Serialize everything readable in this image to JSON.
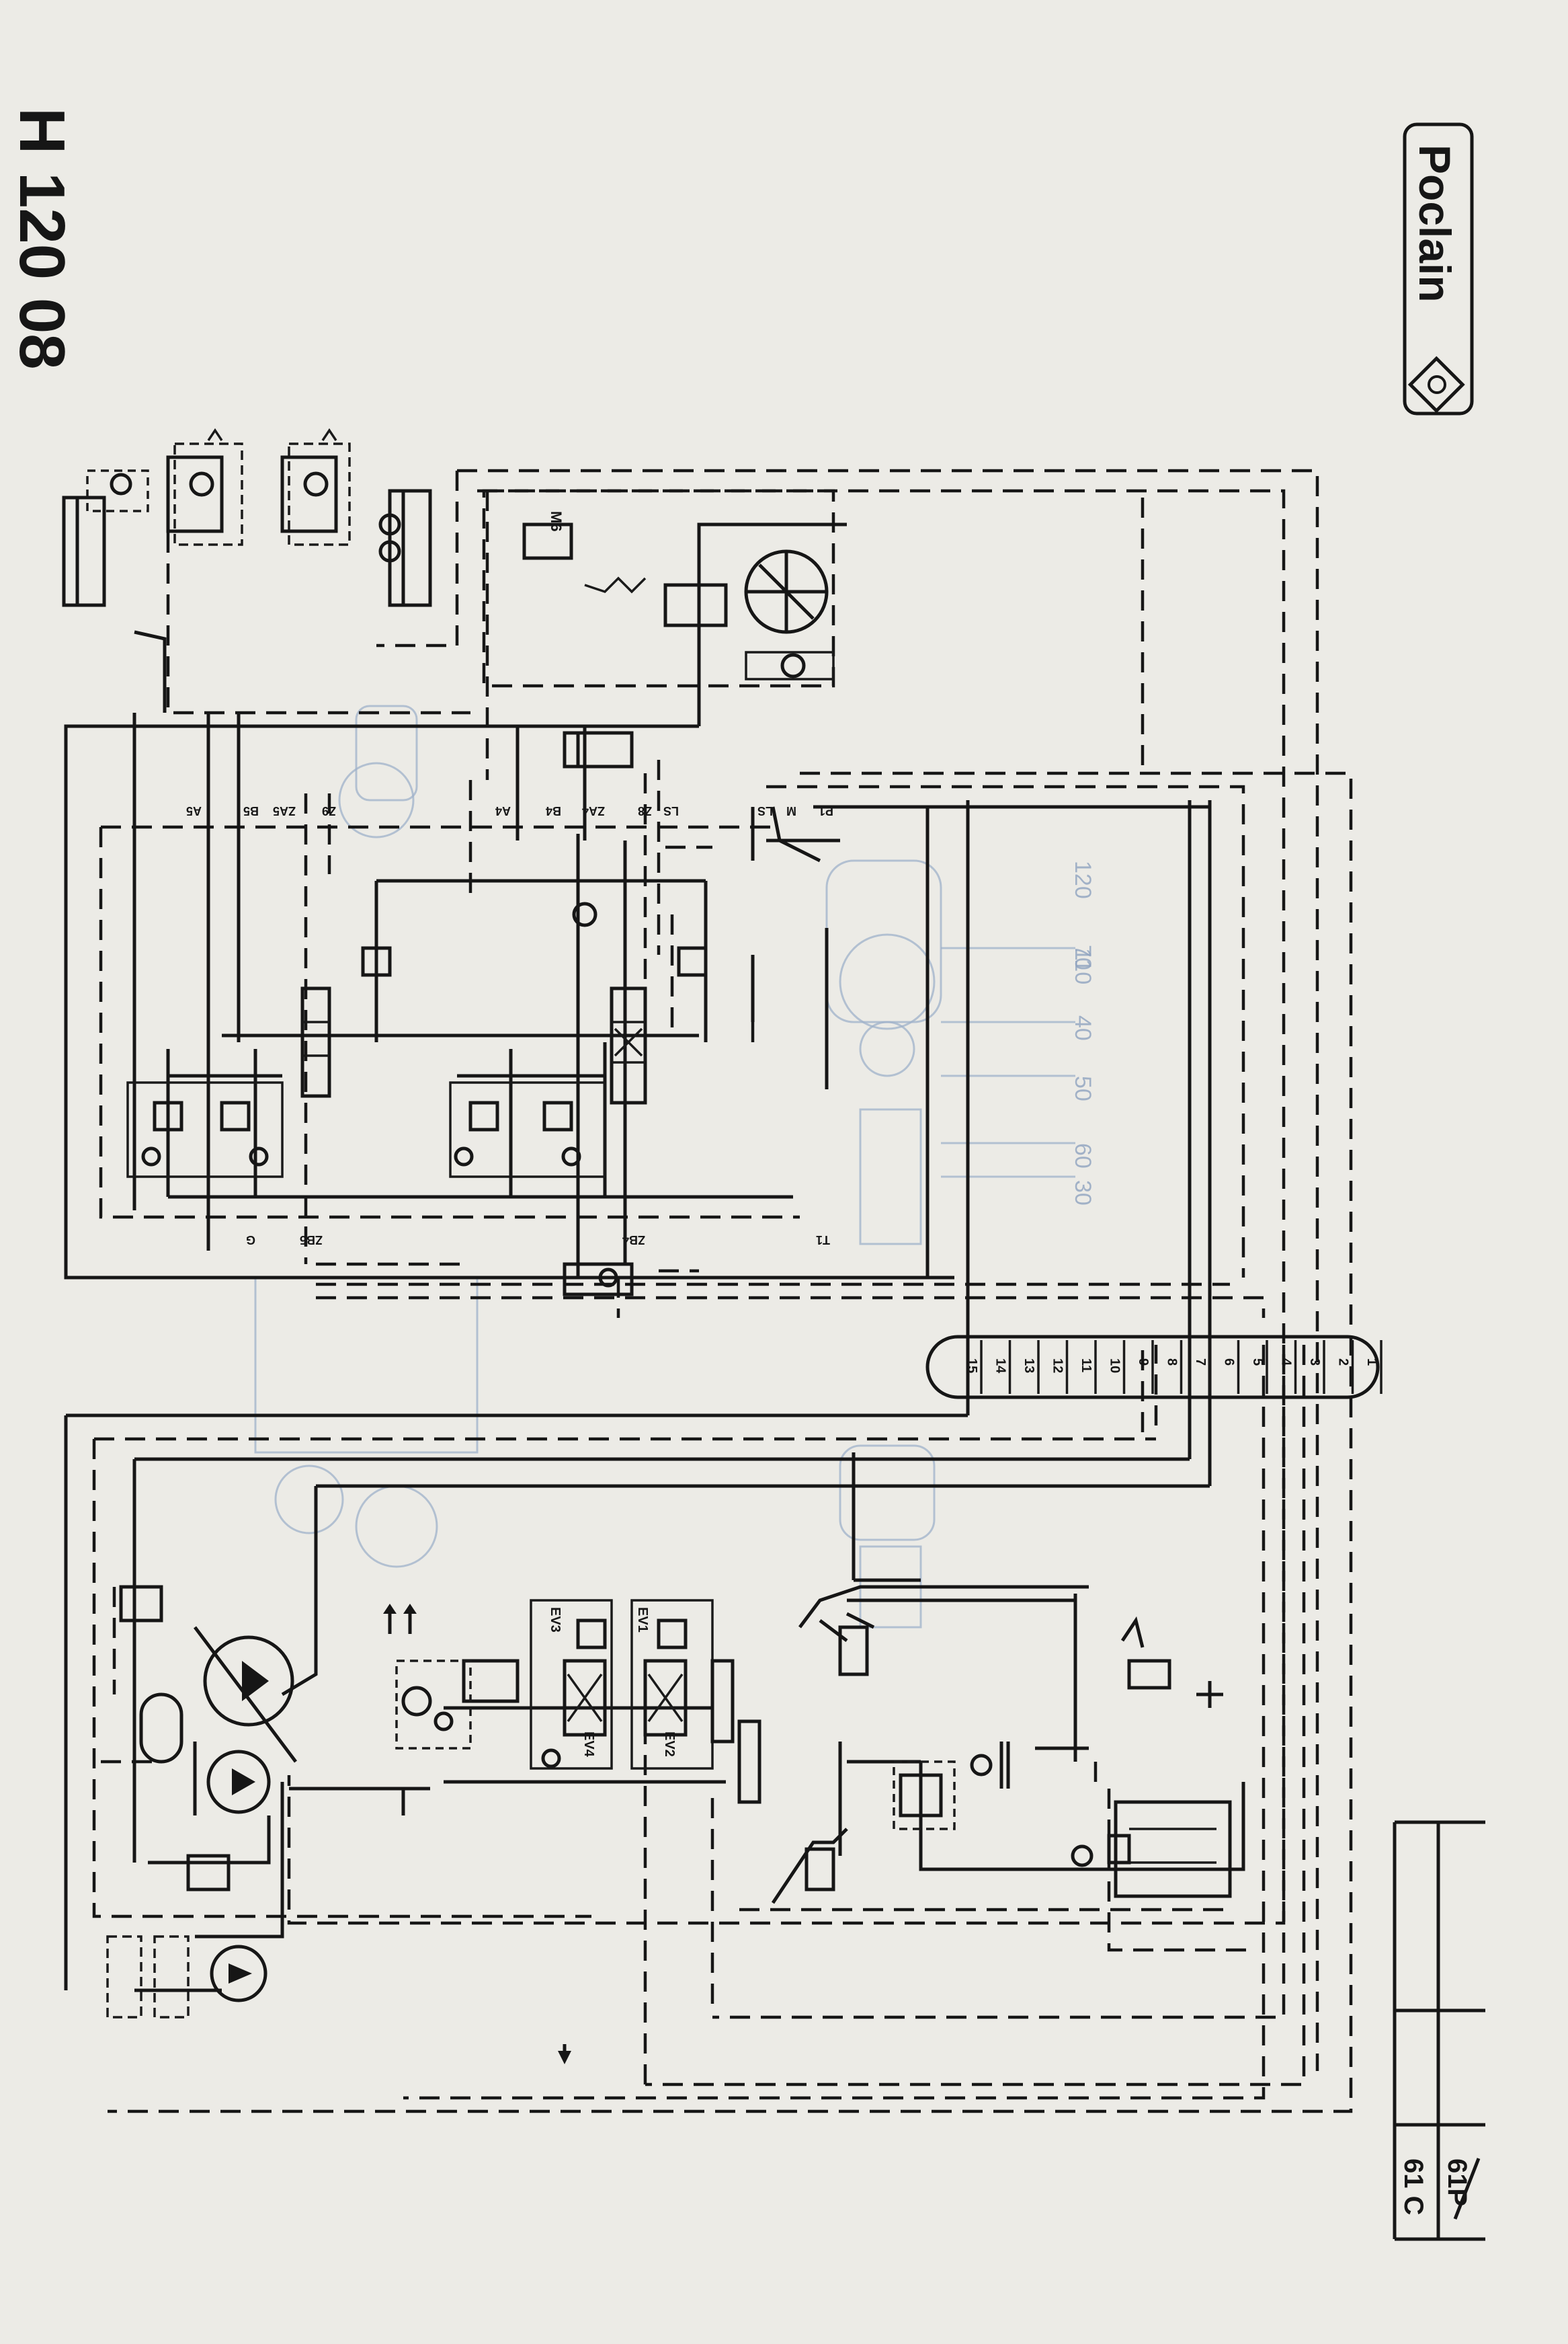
{
  "title": "H 120 08",
  "brand": "Poclain",
  "sheet": {
    "code": "61 C",
    "old_code": "61P"
  },
  "connector_pins": [
    "15",
    "14",
    "13",
    "12",
    "11",
    "10",
    "9",
    "8",
    "7",
    "6",
    "5",
    "4",
    "3",
    "2",
    "1"
  ],
  "port_labels_top": [
    "A5",
    "B5",
    "ZA5",
    "Z9",
    "A4",
    "B4",
    "ZA4",
    "Z8",
    "LS",
    "LS",
    "M",
    "P1"
  ],
  "port_labels_bottom": [
    "G",
    "ZB5",
    "ZB4",
    "T1"
  ],
  "gauge_label": "M6",
  "valve_labels": [
    "EV3",
    "EV1",
    "EV4",
    "EV2"
  ],
  "background_part_numbers": [
    "120",
    "110",
    "70",
    "40",
    "50",
    "60",
    "30"
  ],
  "colors": {
    "ink": "#161616",
    "paper": "#ecebe6",
    "ghost": "#9fb1c9"
  }
}
